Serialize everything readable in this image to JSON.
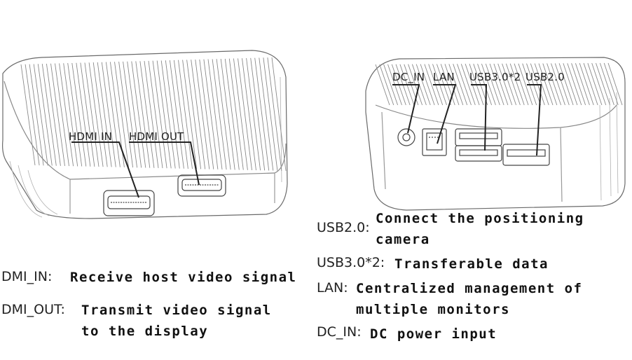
{
  "left_device": {
    "port_labels": {
      "hdmi_in": "HDMI IN",
      "hdmi_out": "HDMI OUT"
    },
    "descriptions": [
      {
        "key": "DMI_IN:",
        "text": "Receive host video signal"
      },
      {
        "key": "DMI_OUT:",
        "text": "Transmit video signal\nto the display"
      }
    ]
  },
  "right_device": {
    "port_labels": {
      "dc_in": "DC_IN",
      "lan": "LAN",
      "usb30": "USB3.0*2",
      "usb20": "USB2.0"
    },
    "descriptions": [
      {
        "key": "USB2.0:",
        "text": "Connect the positioning\ncamera"
      },
      {
        "key": "USB3.0*2:",
        "text": "Transferable data"
      },
      {
        "key": "LAN:",
        "text": "Centralized management of\nmultiple monitors"
      },
      {
        "key": "DC_IN:",
        "text": "DC power input"
      }
    ]
  },
  "colors": {
    "line": "#555555",
    "fin": "#8a8a8a",
    "text": "#111111"
  }
}
